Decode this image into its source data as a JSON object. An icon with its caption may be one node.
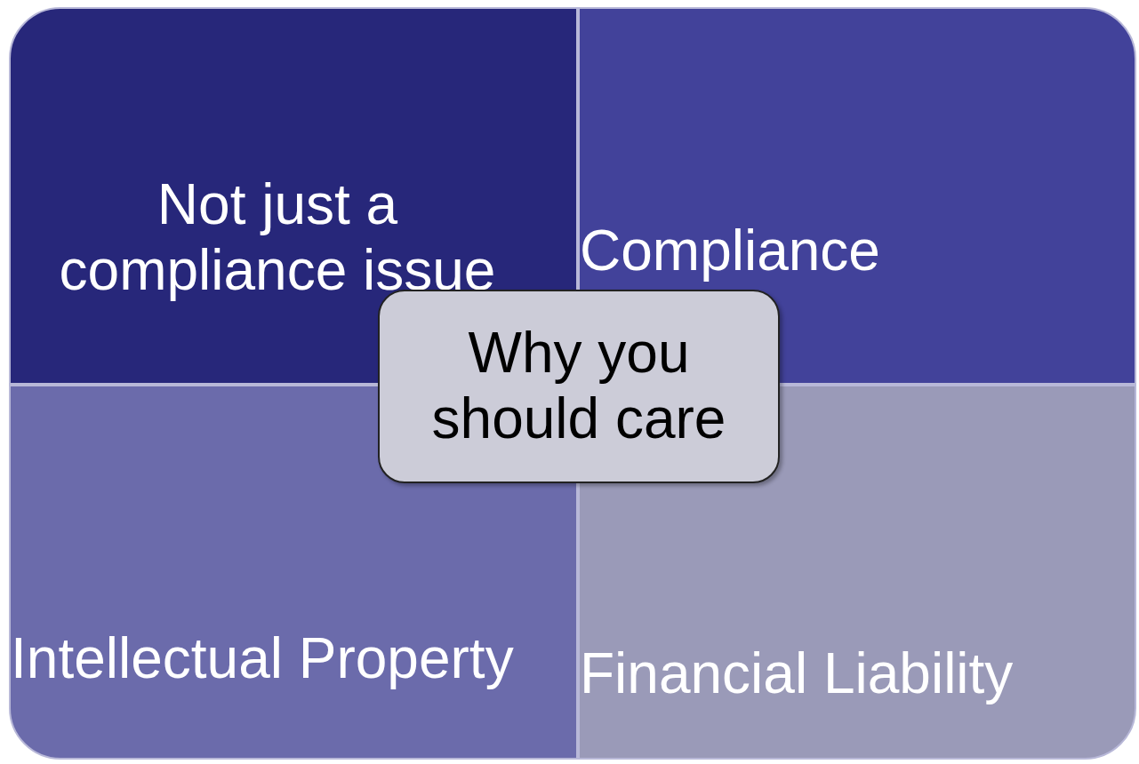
{
  "diagram": {
    "nodes": [
      {
        "text": [
          "Not just a compliance issue"
        ]
      },
      {
        "text": [
          "Compliance"
        ]
      },
      {
        "text": [
          "Intellectual Property"
        ]
      },
      {
        "text": [
          "Financial Liability"
        ]
      },
      {
        "text": [
          "Why you should care"
        ]
      }
    ]
  }
}
